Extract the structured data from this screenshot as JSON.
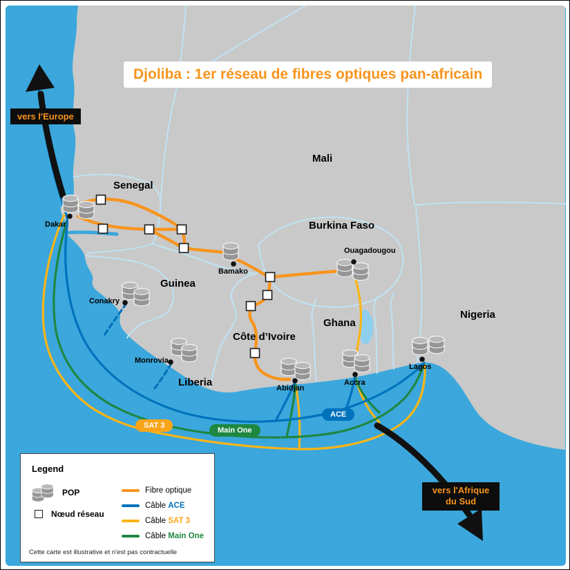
{
  "title": "Djoliba : 1er réseau de fibres optiques pan-africain",
  "arrow_labels": {
    "europe": "vers l'Europe",
    "south": "vers l'Afrique du Sud"
  },
  "countries": [
    "Senegal",
    "Mali",
    "Burkina Faso",
    "Guinea",
    "Côte d’Ivoire",
    "Ghana",
    "Nigeria",
    "Liberia"
  ],
  "cities": [
    "Dakar",
    "Bamako",
    "Ouagadougou",
    "Conakry",
    "Monrovia",
    "Abidjan",
    "Accra",
    "Lagos"
  ],
  "cable_tags": {
    "sat3": "SAT 3",
    "main_one": "Main One",
    "ace": "ACE"
  },
  "legend": {
    "title": "Legend",
    "pop_label": "POP",
    "node_label": "Nœud réseau",
    "rows": [
      {
        "prefix": "Fibre optique",
        "name": ""
      },
      {
        "prefix": "Câble ",
        "name": "ACE"
      },
      {
        "prefix": "Câble ",
        "name": "SAT 3"
      },
      {
        "prefix": "Câble ",
        "name": "Main One"
      }
    ],
    "disclaimer": "Cette carte est illustrative et n'est pas contractuelle"
  },
  "colors": {
    "ocean": "#3BA7DC",
    "water_light": "#8FCFEE",
    "land": "#C9C9C9",
    "border": "#BFE3F4",
    "fibre": "#F7941D",
    "ace": "#0072BC",
    "sat3": "#FDB515",
    "main_one": "#1E8742",
    "arrow": "#111111",
    "title_text": "#F7941D"
  }
}
